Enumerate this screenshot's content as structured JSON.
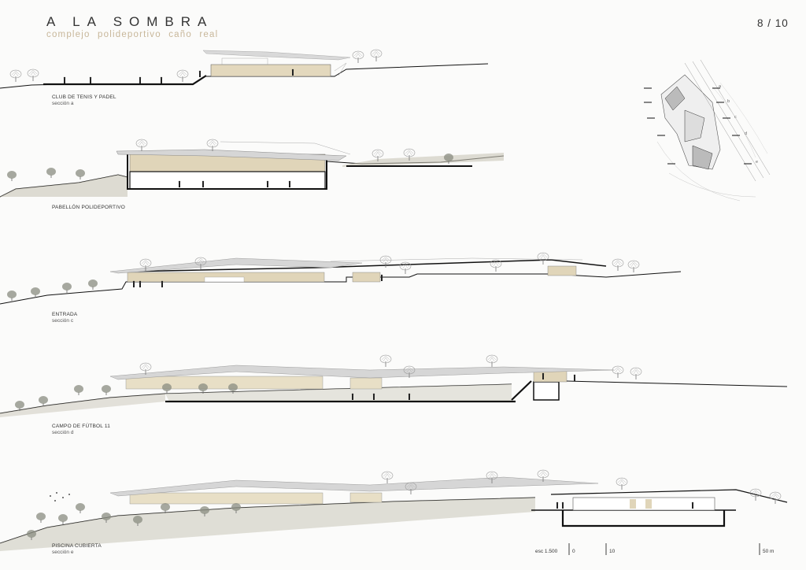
{
  "header": {
    "title": "A LA SOMBRA",
    "subtitle": "complejo polideportivo caño real",
    "page": "8 / 10"
  },
  "sections": [
    {
      "name": "CLUB DE TENIS Y PADEL",
      "sub": "sección a"
    },
    {
      "name": "PABELLÓN POLIDEPORTIVO",
      "sub": ""
    },
    {
      "name": "ENTRADA",
      "sub": "sección c"
    },
    {
      "name": "CAMPO DE FÚTBOL 11",
      "sub": "sección d"
    },
    {
      "name": "PISCINA CUBIERTA",
      "sub": "sección e"
    }
  ],
  "key_plan": {
    "letters": [
      "a",
      "b",
      "c",
      "d",
      "e"
    ]
  },
  "scale": {
    "label": "esc 1.500",
    "ticks": [
      "0",
      "10",
      "50 m"
    ]
  },
  "colors": {
    "ink": "#111111",
    "stone": "#d9cdb0",
    "ground": "#c9c6b8",
    "canopy": "#d6d6d6",
    "accent": "#c8b79a"
  }
}
